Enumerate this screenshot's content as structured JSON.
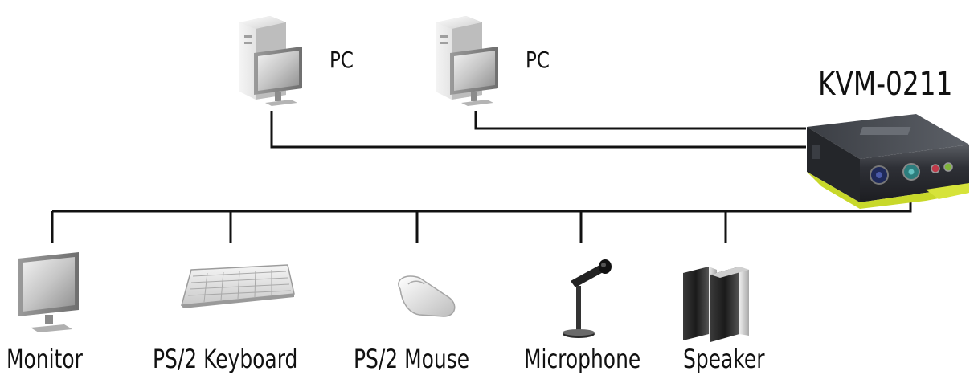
{
  "diagram": {
    "switch": {
      "label": "KVM-0211",
      "icon": "kvm-switch-icon"
    },
    "computers": [
      {
        "label": "PC",
        "icon": "pc-tower-monitor-icon"
      },
      {
        "label": "PC",
        "icon": "pc-tower-monitor-icon"
      }
    ],
    "devices": [
      {
        "label": "Monitor",
        "icon": "monitor-icon"
      },
      {
        "label": "PS/2 Keyboard",
        "icon": "keyboard-icon"
      },
      {
        "label": "PS/2 Mouse",
        "icon": "mouse-icon"
      },
      {
        "label": "Microphone",
        "icon": "microphone-icon"
      },
      {
        "label": "Speaker",
        "icon": "speaker-icon"
      }
    ],
    "colors": {
      "line": "#111111",
      "switch_body": "#2e3036",
      "switch_accent": "#c8d82a"
    }
  }
}
